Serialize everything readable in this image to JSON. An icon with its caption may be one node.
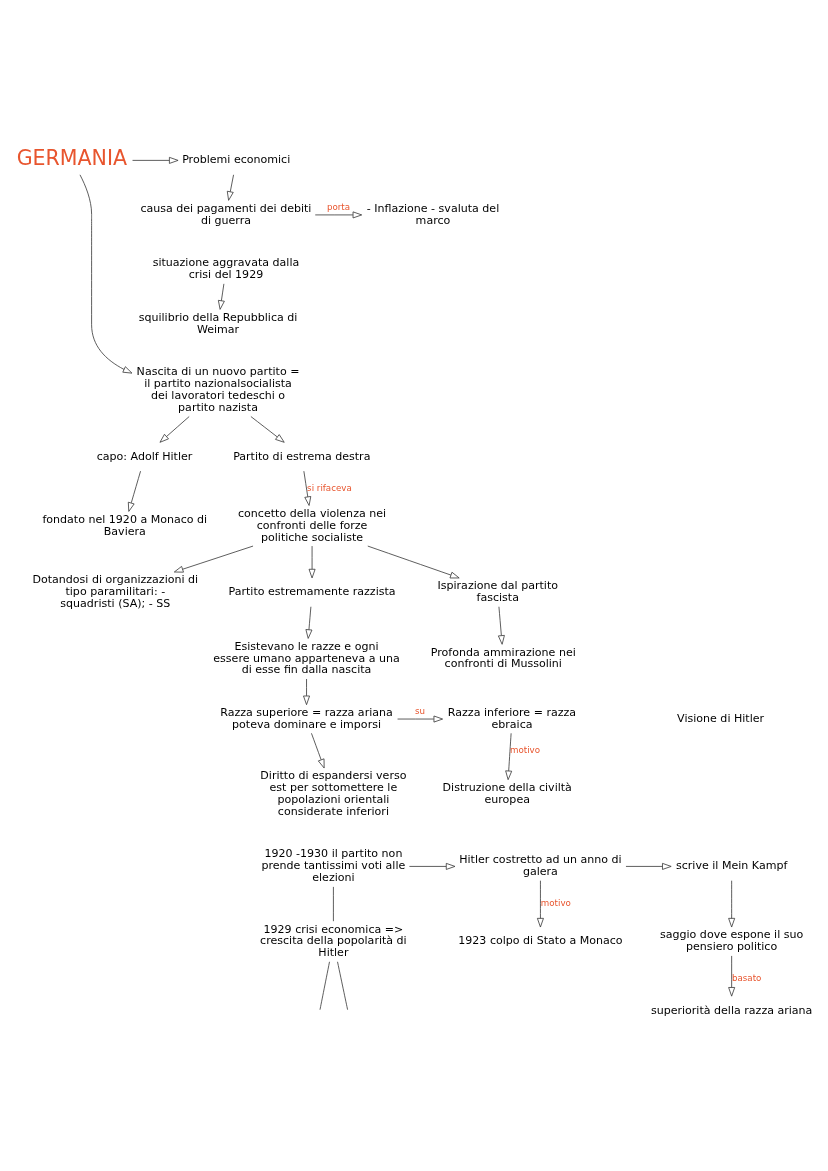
{
  "diagram": {
    "nodes": [
      {
        "text": [
          "GERMANIA"
        ]
      },
      {
        "text": [
          "Problemi economici"
        ]
      },
      {
        "text": [
          "causa dei pagamenti dei debiti di guerra"
        ]
      },
      {
        "text": [
          "- Inflazione - svaluta del marco"
        ]
      },
      {
        "text": [
          "situazione aggravata dalla crisi del 1929"
        ]
      },
      {
        "text": [
          "squilibrio della Repubblica di Weimar"
        ]
      },
      {
        "text": [
          "Nascita di un nuovo partito = il partito nazionalsocialista dei lavoratori tedeschi o partito nazista"
        ]
      },
      {
        "text": [
          "capo: Adolf Hitler"
        ]
      },
      {
        "text": [
          "fondato nel 1920 a Monaco di Baviera"
        ]
      },
      {
        "text": [
          "Partito di estrema destra"
        ]
      },
      {
        "text": [
          "concetto della violenza nei confronti delle forze politiche socialiste"
        ]
      },
      {
        "text": [
          "Dotandosi di organizzazioni di tipo paramilitari: - squadristi (SA); - SS"
        ]
      },
      {
        "text": [
          "Partito estremamente razzista"
        ]
      },
      {
        "text": [
          "Ispirazione dal partito fascista"
        ]
      },
      {
        "text": [
          "Esistevano le razze e ogni essere umano apparteneva a una di esse fin dalla nascita"
        ]
      },
      {
        "text": [
          "Profonda ammirazione nei confronti di Mussolini"
        ]
      },
      {
        "text": [
          "Razza superiore = razza ariana poteva dominare e imporsi"
        ]
      },
      {
        "text": [
          "Razza inferiore = razza ebraica"
        ]
      },
      {
        "text": [
          "Distruzione della civiltà europea"
        ]
      },
      {
        "text": [
          "Diritto di espandersi verso est per sottomettere le popolazioni orientali considerate inferiori"
        ]
      },
      {
        "text": [
          "1920 -1930 il partito non prende tantissimi voti alle elezioni"
        ]
      },
      {
        "text": [
          "Hitler costretto ad un anno di galera"
        ]
      },
      {
        "text": [
          "scrive il Mein Kampf"
        ]
      },
      {
        "text": [
          "1923 colpo di Stato a Monaco"
        ]
      },
      {
        "text": [
          "saggio dove espone il suo pensiero politico"
        ]
      },
      {
        "text": [
          "superiorità della razza ariana"
        ]
      },
      {
        "text": [
          "1929 crisi economica => crescita della popolarità di Hitler"
        ]
      }
    ],
    "edges": [
      {
        "from": 0,
        "to": 1,
        "arrow": "to"
      },
      {
        "from": 1,
        "to": 2,
        "arrow": "to"
      },
      {
        "from": 2,
        "to": 3,
        "arrow": "to",
        "label": "porta"
      },
      {
        "from": 4,
        "to": 5,
        "arrow": "to"
      },
      {
        "from": 0,
        "to": 6,
        "arrow": "to"
      },
      {
        "from": 6,
        "to": 7,
        "arrow": "to"
      },
      {
        "from": 7,
        "to": 8,
        "arrow": "to"
      },
      {
        "from": 6,
        "to": 9,
        "arrow": "to"
      },
      {
        "from": 9,
        "to": 10,
        "arrow": "to",
        "label": "si rifaceva"
      },
      {
        "from": 10,
        "to": 11,
        "arrow": "to"
      },
      {
        "from": 10,
        "to": 12,
        "arrow": "to"
      },
      {
        "from": 10,
        "to": 13,
        "arrow": "to"
      },
      {
        "from": 12,
        "to": 14,
        "arrow": "to"
      },
      {
        "from": 13,
        "to": 15,
        "arrow": "to"
      },
      {
        "from": 14,
        "to": 16,
        "arrow": "to"
      },
      {
        "from": 16,
        "to": 17,
        "arrow": "to",
        "label": "su"
      },
      {
        "from": 17,
        "to": 18,
        "arrow": "to",
        "label": "motivo"
      },
      {
        "from": 16,
        "to": 19,
        "arrow": "to"
      },
      {
        "from": 20,
        "to": 21,
        "arrow": "to"
      },
      {
        "from": 21,
        "to": 22,
        "arrow": "to"
      },
      {
        "from": 21,
        "to": 23,
        "arrow": "to",
        "label": "motivo"
      },
      {
        "from": 22,
        "to": 24,
        "arrow": "to"
      },
      {
        "from": 24,
        "to": 25,
        "arrow": "to",
        "label": "basato"
      },
      {
        "from": 20,
        "to": 26,
        "arrow": "none"
      },
      {
        "from": 26,
        "to": null,
        "arrow": "none"
      },
      {
        "from": 26,
        "to": null,
        "arrow": "none"
      }
    ],
    "labels": [
      "Visione di Hitler"
    ]
  }
}
